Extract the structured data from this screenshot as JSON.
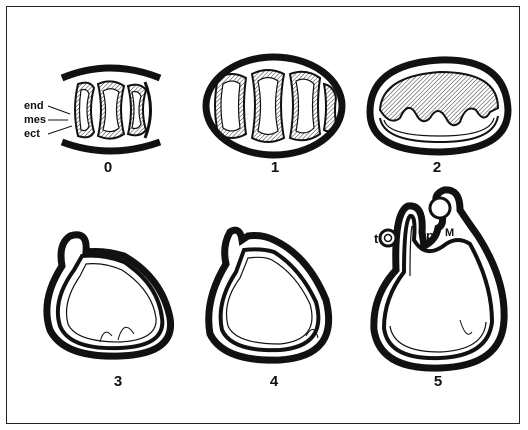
{
  "stages": [
    {
      "label": "0"
    },
    {
      "label": "1"
    },
    {
      "label": "2"
    },
    {
      "label": "3"
    },
    {
      "label": "4"
    },
    {
      "label": "5"
    }
  ],
  "layer_labels": {
    "endoderm": "end",
    "mesoderm": "mes",
    "ectoderm": "ect"
  },
  "stage5_labels": {
    "t": "t",
    "p": "p",
    "m": "M"
  },
  "colors": {
    "outline": "#111111",
    "background": "#ffffff"
  }
}
